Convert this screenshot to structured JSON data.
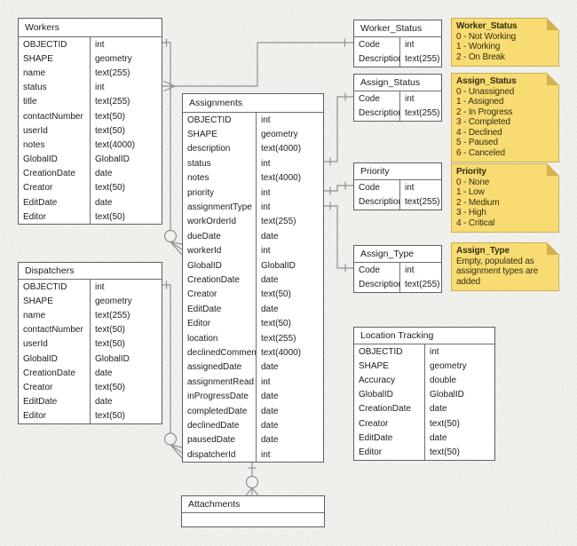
{
  "diagram": {
    "entities": [
      {
        "id": "workers",
        "title": "Workers",
        "fields": [
          {
            "name": "OBJECTID",
            "type": "int"
          },
          {
            "name": "SHAPE",
            "type": "geometry"
          },
          {
            "name": "name",
            "type": "text(255)"
          },
          {
            "name": "status",
            "type": "int"
          },
          {
            "name": "title",
            "type": "text(255)"
          },
          {
            "name": "contactNumber",
            "type": "text(50)"
          },
          {
            "name": "userId",
            "type": "text(50)"
          },
          {
            "name": "notes",
            "type": "text(4000)"
          },
          {
            "name": "GlobalID",
            "type": "GlobalID"
          },
          {
            "name": "CreationDate",
            "type": "date"
          },
          {
            "name": "Creator",
            "type": "text(50)"
          },
          {
            "name": "EditDate",
            "type": "date"
          },
          {
            "name": "Editor",
            "type": "text(50)"
          }
        ]
      },
      {
        "id": "dispatchers",
        "title": "Dispatchers",
        "fields": [
          {
            "name": "OBJECTID",
            "type": "int"
          },
          {
            "name": "SHAPE",
            "type": "geometry"
          },
          {
            "name": "name",
            "type": "text(255)"
          },
          {
            "name": "contactNumber",
            "type": "text(50)"
          },
          {
            "name": "userId",
            "type": "text(50)"
          },
          {
            "name": "GlobalID",
            "type": "GlobalID"
          },
          {
            "name": "CreationDate",
            "type": "date"
          },
          {
            "name": "Creator",
            "type": "text(50)"
          },
          {
            "name": "EditDate",
            "type": "date"
          },
          {
            "name": "Editor",
            "type": "text(50)"
          }
        ]
      },
      {
        "id": "assignments",
        "title": "Assignments",
        "fields": [
          {
            "name": "OBJECTID",
            "type": "int"
          },
          {
            "name": "SHAPE",
            "type": "geometry"
          },
          {
            "name": "description",
            "type": "text(4000)"
          },
          {
            "name": "status",
            "type": "int"
          },
          {
            "name": "notes",
            "type": "text(4000)"
          },
          {
            "name": "priority",
            "type": "int"
          },
          {
            "name": "assignmentType",
            "type": "int"
          },
          {
            "name": "workOrderId",
            "type": "text(255)"
          },
          {
            "name": "dueDate",
            "type": "date"
          },
          {
            "name": "workerId",
            "type": "int"
          },
          {
            "name": "GlobalID",
            "type": "GlobalID"
          },
          {
            "name": "CreationDate",
            "type": "date"
          },
          {
            "name": "Creator",
            "type": "text(50)"
          },
          {
            "name": "EditDate",
            "type": "date"
          },
          {
            "name": "Editor",
            "type": "text(50)"
          },
          {
            "name": "location",
            "type": "text(255)"
          },
          {
            "name": "declinedComment",
            "type": "text(4000)"
          },
          {
            "name": "assignedDate",
            "type": "date"
          },
          {
            "name": "assignmentRead",
            "type": "int"
          },
          {
            "name": "inProgressDate",
            "type": "date"
          },
          {
            "name": "completedDate",
            "type": "date"
          },
          {
            "name": "declinedDate",
            "type": "date"
          },
          {
            "name": "pausedDate",
            "type": "date"
          },
          {
            "name": "dispatcherId",
            "type": "int"
          }
        ]
      },
      {
        "id": "worker_status",
        "title": "Worker_Status",
        "fields": [
          {
            "name": "Code",
            "type": "int"
          },
          {
            "name": "Description",
            "type": "text(255)"
          }
        ]
      },
      {
        "id": "assign_status",
        "title": "Assign_Status",
        "fields": [
          {
            "name": "Code",
            "type": "int"
          },
          {
            "name": "Description",
            "type": "text(255)"
          }
        ]
      },
      {
        "id": "priority",
        "title": "Priority",
        "fields": [
          {
            "name": "Code",
            "type": "int"
          },
          {
            "name": "Description",
            "type": "text(255)"
          }
        ]
      },
      {
        "id": "assign_type",
        "title": "Assign_Type",
        "fields": [
          {
            "name": "Code",
            "type": "int"
          },
          {
            "name": "Description",
            "type": "text(255)"
          }
        ]
      },
      {
        "id": "location_tracking",
        "title": "Location Tracking",
        "fields": [
          {
            "name": "OBJECTID",
            "type": "int"
          },
          {
            "name": "SHAPE",
            "type": "geometry"
          },
          {
            "name": "Accuracy",
            "type": "double"
          },
          {
            "name": "GlobalID",
            "type": "GlobalID"
          },
          {
            "name": "CreationDate",
            "type": "date"
          },
          {
            "name": "Creator",
            "type": "text(50)"
          },
          {
            "name": "EditDate",
            "type": "date"
          },
          {
            "name": "Editor",
            "type": "text(50)"
          }
        ]
      },
      {
        "id": "attachments",
        "title": "Attachments",
        "fields": []
      }
    ],
    "notes": [
      {
        "id": "note_worker_status",
        "title": "Worker_Status",
        "lines": [
          "0 - Not Working",
          "1 - Working",
          "2 - On Break"
        ]
      },
      {
        "id": "note_assign_status",
        "title": "Assign_Status",
        "lines": [
          "0 - Unassigned",
          "1 - Assigned",
          "2 - In Progress",
          "3 - Completed",
          "4 - Declined",
          "5 - Paused",
          "6 - Canceled"
        ]
      },
      {
        "id": "note_priority",
        "title": "Priority",
        "lines": [
          "0 - None",
          "1 - Low",
          "2 - Medium",
          "3 - High",
          "4 - Critical"
        ]
      },
      {
        "id": "note_assign_type",
        "title": "Assign_Type",
        "lines": [
          "Empty, populated as assignment types are added"
        ]
      }
    ],
    "relationships": [
      {
        "from": "Workers.OBJECTID",
        "to": "Assignments.workerId",
        "from_end": "one",
        "to_end": "zero-or-many"
      },
      {
        "from": "Dispatchers.OBJECTID",
        "to": "Assignments.dispatcherId",
        "from_end": "one",
        "to_end": "zero-or-many"
      },
      {
        "from": "Worker_Status.Code",
        "to": "Workers.status",
        "from_end": "one",
        "to_end": "many"
      },
      {
        "from": "Assign_Status.Code",
        "to": "Assignments.status",
        "from_end": "one",
        "to_end": "one"
      },
      {
        "from": "Priority.Code",
        "to": "Assignments.priority",
        "from_end": "one",
        "to_end": "one"
      },
      {
        "from": "Assign_Type.Code",
        "to": "Assignments.assignmentType",
        "from_end": "one",
        "to_end": "one"
      },
      {
        "from": "Assignments",
        "to": "Attachments",
        "from_end": "one",
        "to_end": "zero-or-many"
      }
    ],
    "colors": {
      "note_fill": "#f8db72",
      "note_fold": "#d2b14e",
      "entity_border": "#5f5f5f",
      "wire": "#909090",
      "background": "#f1f1ee"
    }
  }
}
